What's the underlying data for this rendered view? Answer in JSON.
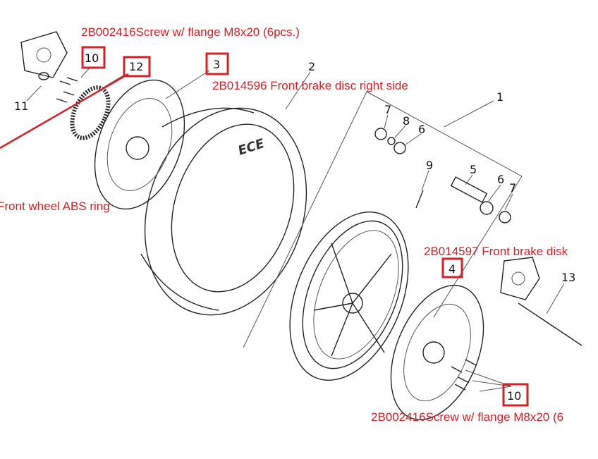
{
  "callouts": {
    "screw_top": "2B002416Screw w/ flange M8x20 (6pcs.)",
    "disc_right": "2B014596 Front brake disc  right side",
    "abs_ring": "Front wheel ABS ring",
    "disc_left": "2B014597 Front brake disk",
    "screw_bottom": "2B002416Screw w/ flange M8x20 (6"
  },
  "part_numbers": {
    "n1": "1",
    "n2": "2",
    "n3": "3",
    "n4": "4",
    "n5": "5",
    "n6a": "6",
    "n6b": "6",
    "n7a": "7",
    "n7b": "7",
    "n8": "8",
    "n9": "9",
    "n10a": "10",
    "n10b": "10",
    "n11": "11",
    "n12": "12",
    "n13": "13"
  },
  "tire_marking": "ECE",
  "colors": {
    "highlight_red": "#d42027",
    "line": "#222222",
    "background": "#ffffff"
  }
}
